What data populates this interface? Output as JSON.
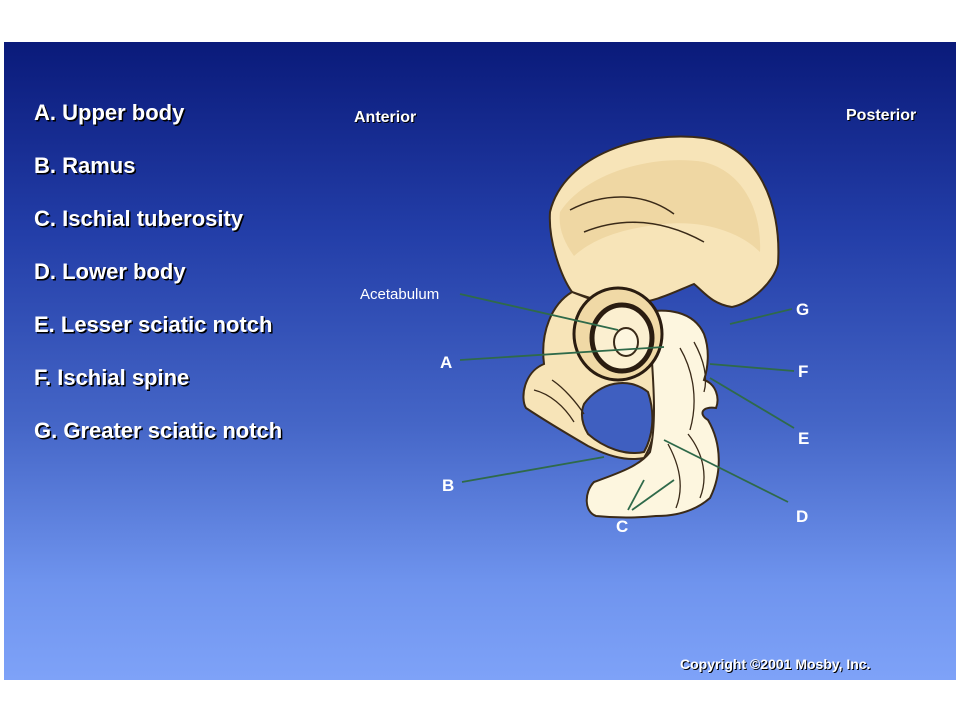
{
  "legend": [
    "A. Upper body",
    "B. Ramus",
    "C. Ischial tuberosity",
    "D. Lower body",
    "E. Lesser sciatic notch",
    "F. Ischial spine",
    "G. Greater sciatic notch"
  ],
  "orientation": {
    "anterior": "Anterior",
    "posterior": "Posterior"
  },
  "callouts": {
    "acetabulum": "Acetabulum",
    "a": "A",
    "b": "B",
    "c": "C",
    "d": "D",
    "e": "E",
    "f": "F",
    "g": "G"
  },
  "copyright": "Copyright ©2001 Mosby, Inc.",
  "colors": {
    "background_top": "#0a1a7a",
    "background_bottom": "#7ea2f8",
    "bone_fill": "#f7e4b8",
    "ischium_fill": "#fdf6df",
    "leader_line": "#2f6a4a"
  }
}
